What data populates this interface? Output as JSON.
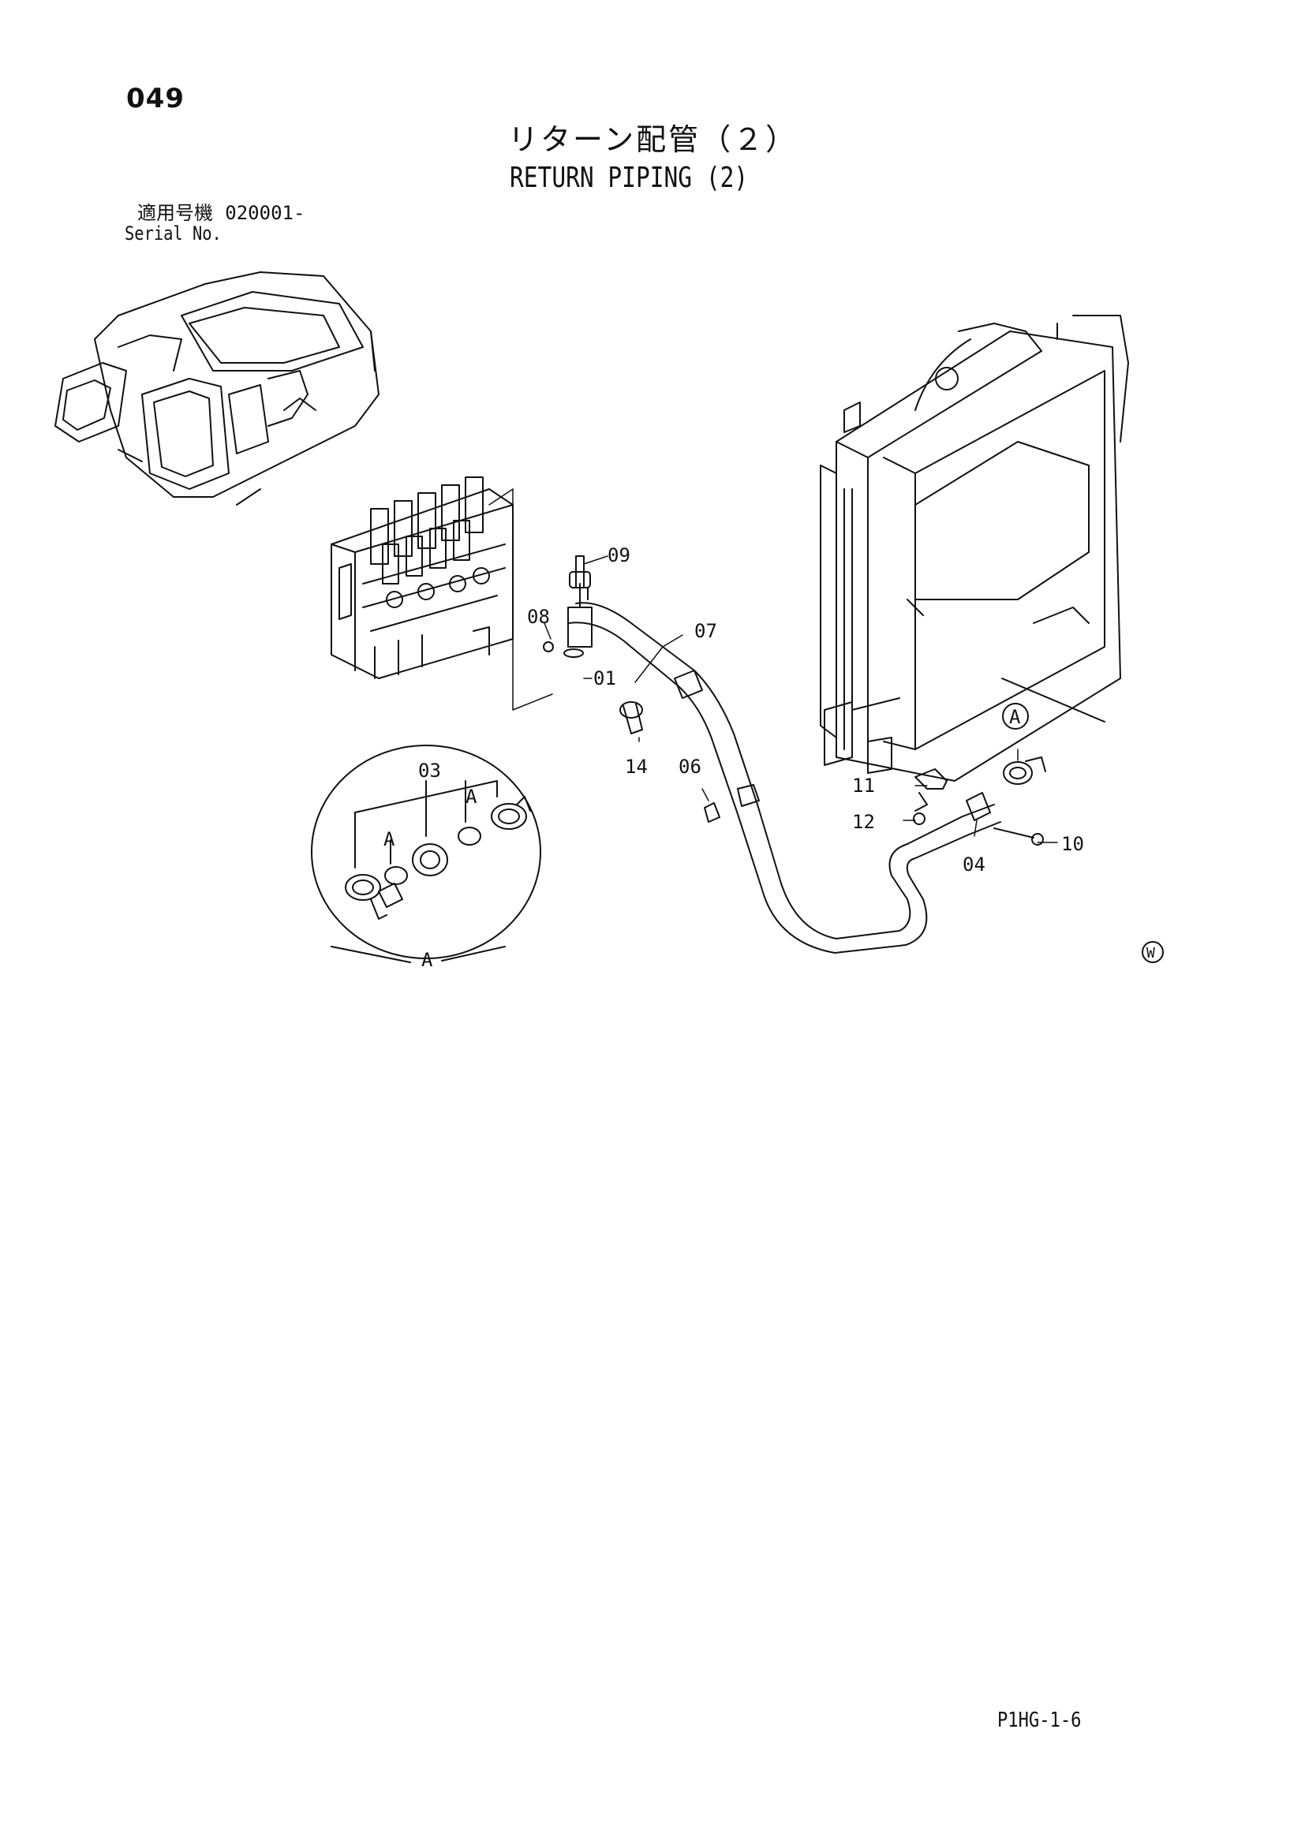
{
  "header": {
    "page_number": "049",
    "title_jp": "リターン配管（２）",
    "title_en": "RETURN PIPING (2)",
    "serial_label_jp": "適用号機",
    "serial_value": "020001-",
    "serial_label_en": "Serial No."
  },
  "callouts": {
    "p01": "01",
    "p03": "03",
    "p04": "04",
    "p06": "06",
    "p07": "07",
    "p08": "08",
    "p09": "09",
    "p10": "10",
    "p11": "11",
    "p12": "12",
    "p14": "14",
    "detail_a_mark_1": "A",
    "detail_a_mark_2": "A",
    "detail_a_label": "A",
    "radiator_a_mark": "A"
  },
  "marks": {
    "w_symbol": "W"
  },
  "footer": {
    "code": "P1HG-1-6"
  }
}
